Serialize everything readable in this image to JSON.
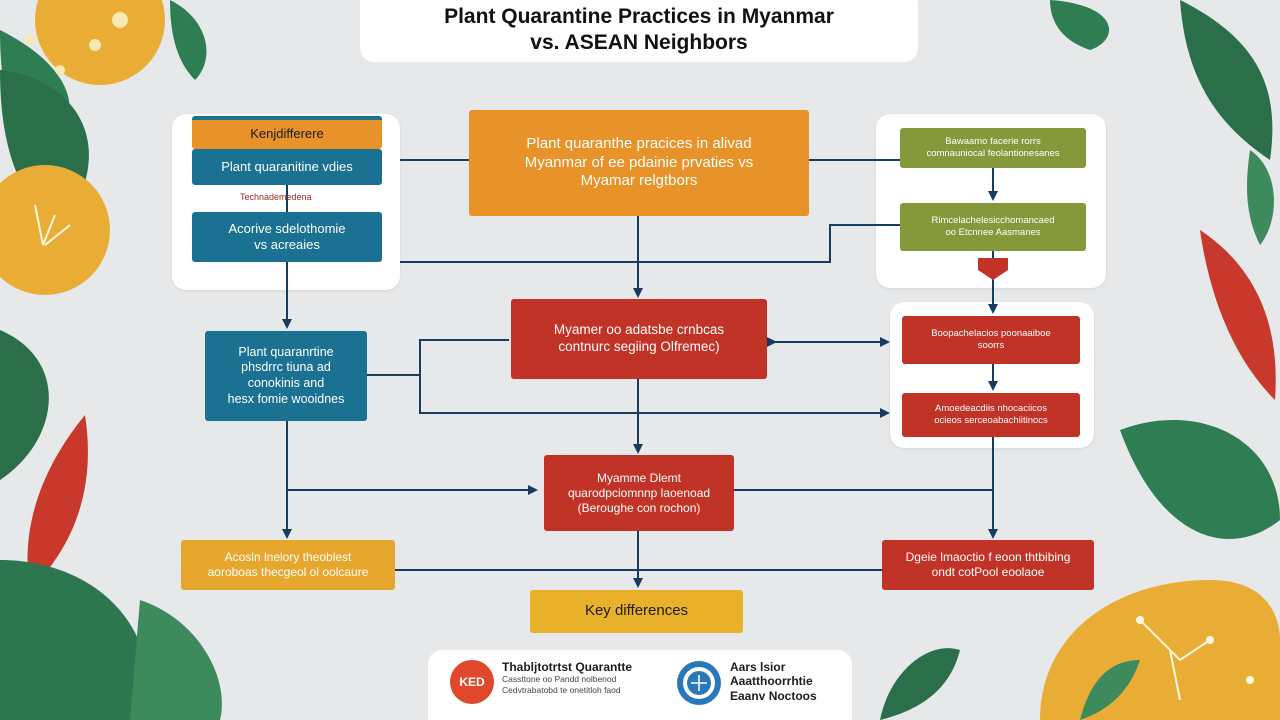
{
  "title": {
    "line1": "Plant Quarantine Practices in Myanmar",
    "line2": "vs. ASEAN Neighbors"
  },
  "left_panel": {
    "key_difference": "Kenjdifferere",
    "plant_quarantine": "Plant quaranitine vdies",
    "caption": "Technademedena",
    "acrive_box": [
      "Acorive sdelothomie",
      "vs acreaies"
    ]
  },
  "center_top": [
    "Plant quaranthe pracices in alivad",
    "Myanmar of ee pdainie prvaties vs",
    "Myamar relgtbors"
  ],
  "right_panel_top": {
    "box1": [
      "Bawaamo facerie rorrs",
      "comnauniocal feolantionesanes"
    ],
    "box2": [
      "Rimcelachelesicchomancaed",
      "oo Etcnnee Aasmanes"
    ]
  },
  "left_middle": [
    "Plant quaranrtine",
    "phsdrrc tiuna ad",
    "conokinis and",
    "hesx fomie wooidnes"
  ],
  "center_middle": [
    "Myamer oo adatsbe crnbcas",
    "contnurc segiing Olfremec)"
  ],
  "right_panel_bottom": {
    "box1": [
      "Boopachelacios poonaaiboe",
      "soorrs"
    ],
    "box2": [
      "Amoedeacdiis nhocaciicos",
      "ocieos serceoabachiitinocs"
    ]
  },
  "center_lower": [
    "Myamme Dlemt",
    "quarodpciomnnp laoenoad",
    "(Beroughe con rochon)"
  ],
  "bottom_left": [
    "Acosln lnelory theoblest",
    "aoroboas thecgeol ol oolcaure"
  ],
  "bottom_right": [
    "Dgeie lmaoctio f eoon thtbibing",
    "ondt cotPool eoolaoe"
  ],
  "key_differences": "Key differences",
  "footer": {
    "badge1": "KED",
    "item1": [
      "Thabljtotrtst Quarantte",
      "Cassttone oo Pandd nolbenod",
      "Cedvtrabatobd te onetitloh faod"
    ],
    "item2": [
      "Aars lsior",
      "Aaatthoorrhtie",
      "Eaanv Noctoos"
    ]
  },
  "colors": {
    "teal": "#1a7191",
    "orange": "#e8922a",
    "green": "#86993a",
    "red": "#c13227",
    "amber": "#e7a72e",
    "arrow": "#173c5f",
    "background": "#e6e8ea"
  },
  "icons": [
    "leaf-icon",
    "flower-icon",
    "seal-icon"
  ]
}
